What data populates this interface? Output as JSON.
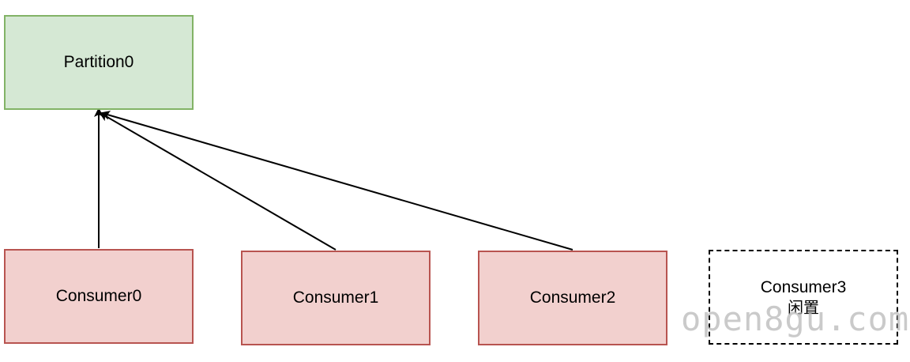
{
  "partition": {
    "label": "Partition0"
  },
  "consumers": [
    {
      "label": "Consumer0"
    },
    {
      "label": "Consumer1"
    },
    {
      "label": "Consumer2"
    }
  ],
  "idle_consumer": {
    "label": "Consumer3",
    "status": "闲置"
  },
  "watermark": "open8gu.com",
  "colors": {
    "partition_fill": "#d5e8d4",
    "partition_border": "#82b366",
    "consumer_fill": "#f2d0ce",
    "consumer_border": "#b85450",
    "arrow": "#000000"
  }
}
